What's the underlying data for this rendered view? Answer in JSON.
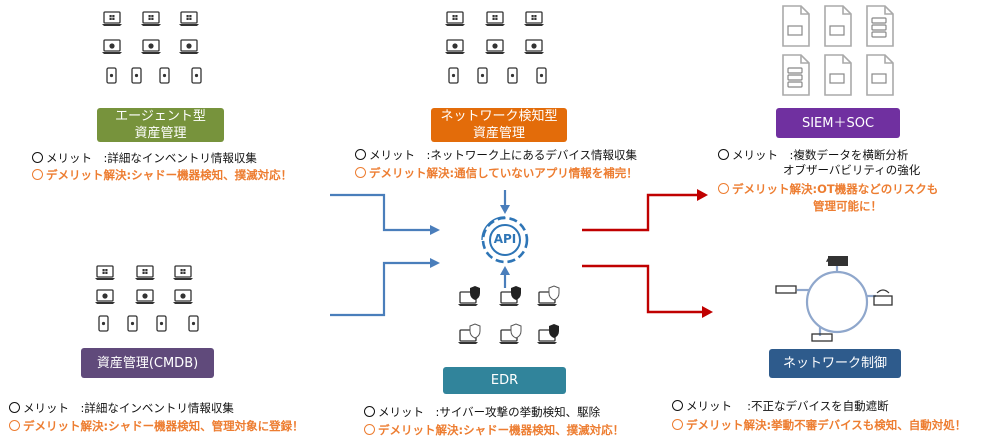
{
  "colors": {
    "agent": "#77933C",
    "network_detect": "#E36C0A",
    "siem": "#7030A0",
    "cmdb": "#604A7B",
    "edr": "#31849B",
    "netctrl": "#2E5B8C",
    "blue_arrow": "#4A7EBB",
    "red_arrow": "#C00000",
    "demerit_text": "#ED7D31"
  },
  "boxes": {
    "agent": "エージェント型\n資産管理",
    "network_detect": "ネットワーク検知型\n資産管理",
    "siem": "SIEM＋SOC",
    "cmdb": "資産管理(CMDB)",
    "edr": "EDR",
    "netctrl": "ネットワーク制御"
  },
  "center": {
    "label": "API"
  },
  "agent_text": {
    "merit": "メリット　:詳細なインベントリ情報収集",
    "demerit": "デメリット解決:シャドー機器検知、撲滅対応！"
  },
  "network_text": {
    "merit": "メリット　:ネットワーク上にあるデバイス情報収集",
    "demerit": "デメリット解決:通信していないアプリ情報を補完！"
  },
  "siem_text": {
    "merit1": "メリット　:複数データを横断分析",
    "merit2": "オブザーバビリティの強化",
    "demerit1": "デメリット解決:OT機器などのリスクも",
    "demerit2": "管理可能に！"
  },
  "cmdb_text": {
    "merit": "メリット　:詳細なインベントリ情報収集",
    "demerit": "デメリット解決:シャドー機器検知、管理対象に登録！"
  },
  "edr_text": {
    "merit": "メリット　:サイバー攻撃の挙動検知、駆除",
    "demerit": "デメリット解決:シャドー機器検知、撲滅対応！"
  },
  "netctrl_text": {
    "merit": "メリット　 :不正なデバイスを自動遮断",
    "demerit": "デメリット解決:挙動不審デバイスも検知、自動対処！"
  },
  "icons": {
    "laptop_windows": "laptop-windows-icon",
    "laptop_apple": "laptop-apple-icon",
    "phone_apple": "phone-apple-icon",
    "laptop_shield": "laptop-shield-icon",
    "document_laptop": "document-laptop-icon",
    "document_server": "document-server-icon",
    "api_gear": "api-gear-icon",
    "network_hub": "network-hub-icon",
    "firewall": "firewall-icon",
    "router": "router-icon",
    "switch": "switch-icon"
  }
}
